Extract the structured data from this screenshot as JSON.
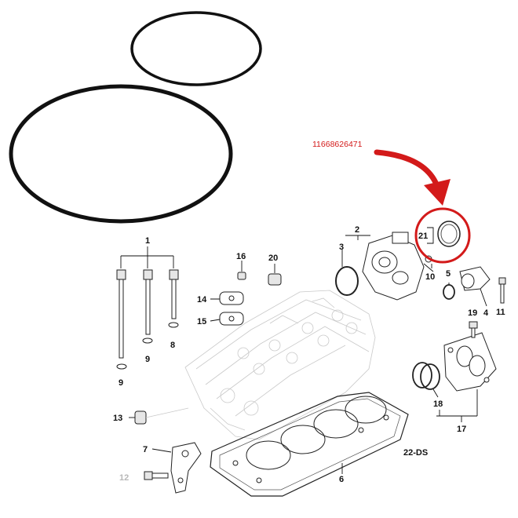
{
  "diagram": {
    "part_number": "11668626471",
    "drawing_code": "22-DS",
    "callouts": {
      "c1": "1",
      "c2": "2",
      "c3": "3",
      "c4": "4",
      "c5": "5",
      "c6": "6",
      "c7": "7",
      "c8": "8",
      "c9a": "9",
      "c9b": "9",
      "c10": "10",
      "c11": "11",
      "c12": "12",
      "c13": "13",
      "c14": "14",
      "c15": "15",
      "c16": "16",
      "c17": "17",
      "c18": "18",
      "c19": "19",
      "c20": "20",
      "c21": "21"
    },
    "colors": {
      "highlight": "#d31a1a",
      "ink": "#111111",
      "faded": "#b8b8b8"
    }
  }
}
